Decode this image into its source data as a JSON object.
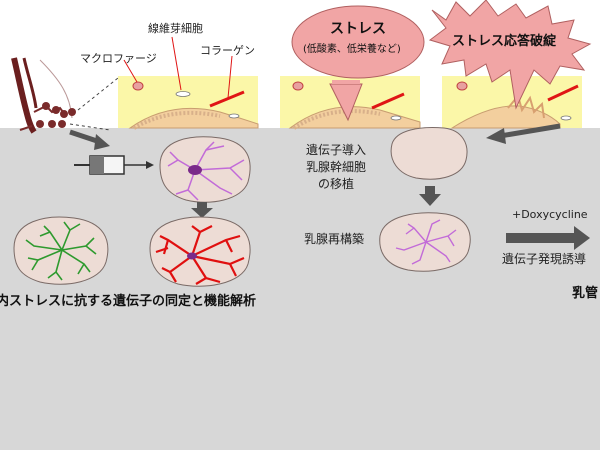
{
  "labels": {
    "fibroblast": "線維芽細胞",
    "macrophage": "マクロファージ",
    "collagen": "コラーゲン",
    "stress_title": "ストレス",
    "stress_sub": "(低酸素、低栄養など)",
    "stress_breakdown": "ストレス応答破綻",
    "transplant": "遺伝子導入\n乳腺幹細胞\nの移植",
    "reconstruct": "乳腺再構築",
    "dox": "+Doxycycline",
    "induce": "遺伝子発現誘導",
    "caption": "内ストレスに抗する遺伝子の同定と機能解析",
    "right_cut": "乳管"
  },
  "colors": {
    "panel_yellow": "#fbf7a8",
    "callout_pink": "#f1a5a5",
    "cell_fill": "#eddcd5",
    "bottom_bg": "#d7d7d7",
    "branch_purple": "#c26bd8",
    "branch_green": "#2e9a2e",
    "branch_red": "#e01010",
    "collagen_red": "#e01515",
    "arrow_gray": "#555555"
  }
}
